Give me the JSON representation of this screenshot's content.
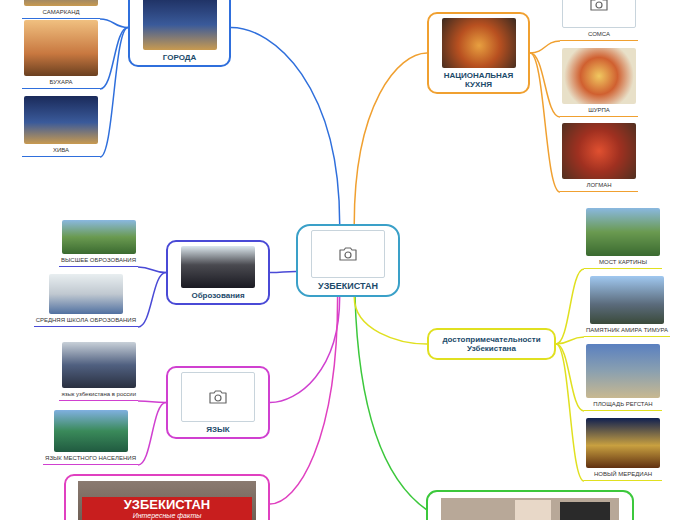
{
  "diagram": {
    "nodes": [
      {
        "text": [
          "УЗБЕКИСТАН"
        ]
      },
      {
        "text": [
          "ГОРОДА"
        ]
      },
      {
        "text": [
          "САМАРКАНД"
        ]
      },
      {
        "text": [
          "БУХАРА"
        ]
      },
      {
        "text": [
          "ХИВА"
        ]
      },
      {
        "text": [
          "НАЦИОНАЛЬНАЯ КУХНЯ"
        ]
      },
      {
        "text": [
          "СОМСА"
        ]
      },
      {
        "text": [
          "ШУРПА"
        ]
      },
      {
        "text": [
          "ЛОГМАН"
        ]
      },
      {
        "text": [
          "Оброзования"
        ]
      },
      {
        "text": [
          "ВЫСШЕЕ ОБРОЗОВАНИЯ"
        ]
      },
      {
        "text": [
          "СРЕДНЯЯ ШКОЛА ОБРОЗОВАНИЯ"
        ]
      },
      {
        "text": [
          "ЯЗЫК"
        ]
      },
      {
        "text": [
          "язык узбекистана в россии"
        ]
      },
      {
        "text": [
          "ЯЗЫК МЕСТНОГО НАСЕЛЕНИЯ"
        ]
      },
      {
        "text": [
          "достопримечательности Узбекистана"
        ]
      },
      {
        "text": [
          "МОСТ КАРТИНЫ"
        ]
      },
      {
        "text": [
          "ПАМЯТНИК АМИРА ТИМУРА"
        ]
      },
      {
        "text": [
          "ПЛОЩАДЬ РЕГСТАН"
        ]
      },
      {
        "text": [
          "НОВЫЙ МЕРЕДИАН"
        ]
      },
      {
        "text": [
          "УЗБЕКИСТАН",
          "Интересные факты"
        ]
      }
    ],
    "edges": [
      {
        "from": 0,
        "to": 1,
        "arrow": "none"
      },
      {
        "from": 0,
        "to": 5,
        "arrow": "none"
      },
      {
        "from": 0,
        "to": 9,
        "arrow": "none"
      },
      {
        "from": 0,
        "to": 12,
        "arrow": "none"
      },
      {
        "from": 0,
        "to": 15,
        "arrow": "none"
      },
      {
        "from": 0,
        "to": 20,
        "arrow": "none"
      },
      {
        "from": 1,
        "to": 2,
        "arrow": "none"
      },
      {
        "from": 1,
        "to": 3,
        "arrow": "none"
      },
      {
        "from": 1,
        "to": 4,
        "arrow": "none"
      },
      {
        "from": 5,
        "to": 6,
        "arrow": "none"
      },
      {
        "from": 5,
        "to": 7,
        "arrow": "none"
      },
      {
        "from": 5,
        "to": 8,
        "arrow": "none"
      },
      {
        "from": 9,
        "to": 10,
        "arrow": "none"
      },
      {
        "from": 9,
        "to": 11,
        "arrow": "none"
      },
      {
        "from": 12,
        "to": 13,
        "arrow": "none"
      },
      {
        "from": 12,
        "to": 14,
        "arrow": "none"
      },
      {
        "from": 15,
        "to": 16,
        "arrow": "none"
      },
      {
        "from": 15,
        "to": 17,
        "arrow": "none"
      },
      {
        "from": 15,
        "to": 18,
        "arrow": "none"
      },
      {
        "from": 15,
        "to": 19,
        "arrow": "none"
      }
    ]
  }
}
